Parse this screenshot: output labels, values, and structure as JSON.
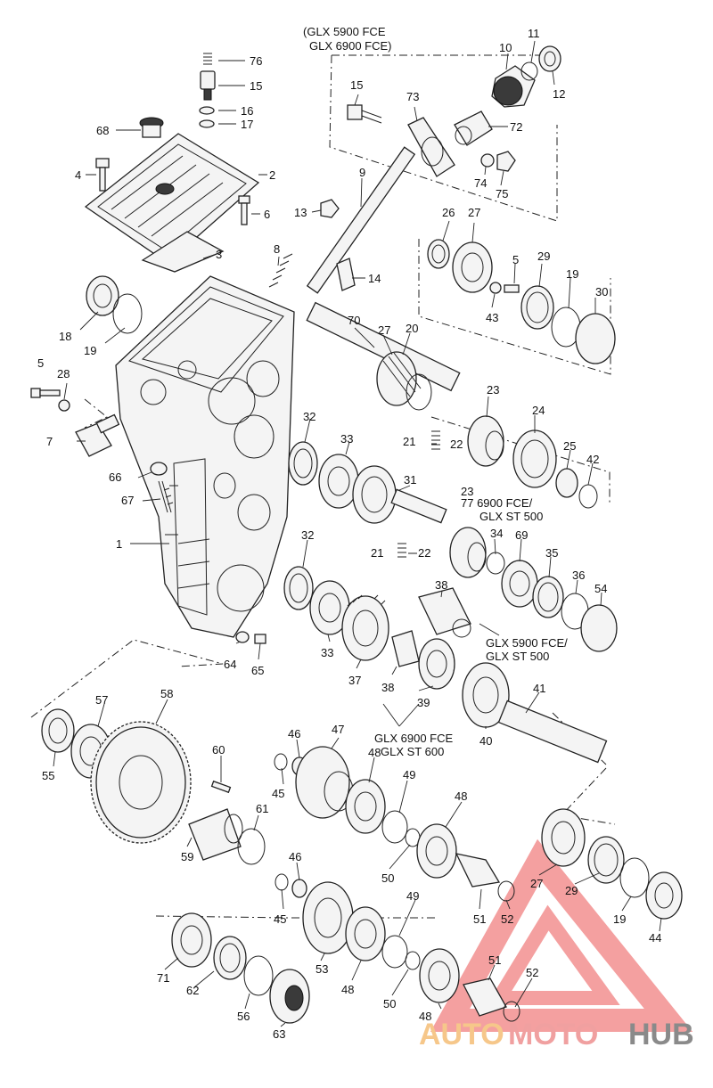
{
  "notes": {
    "top_variant_line1": "(GLX 5900 FCE",
    "top_variant_line2": "GLX 6900 FCE)",
    "variant_77_line1": "77 6900 FCE/",
    "variant_77_line2": "GLX ST 500",
    "variant_38_line1": "GLX 5900 FCE/",
    "variant_38_line2": "GLX ST 500",
    "variant_39_line1": "GLX 6900 FCE",
    "variant_39_line2": "GLX ST 600"
  },
  "watermark": {
    "auto": "AUTO",
    "moto": "MOTO",
    "hub": "HUB",
    "colors": {
      "triangle": "#f08080",
      "auto": "#f6c78a",
      "moto": "#f0a0a0",
      "hub": "#8a8a8a"
    }
  },
  "labels": [
    "76",
    "15",
    "16",
    "17",
    "68",
    "4",
    "2",
    "6",
    "3",
    "18",
    "19",
    "5",
    "28",
    "7",
    "66",
    "67",
    "1",
    "64",
    "65",
    "11",
    "10",
    "12",
    "15",
    "73",
    "72",
    "74",
    "75",
    "9",
    "13",
    "8",
    "14",
    "26",
    "27",
    "5",
    "29",
    "19",
    "30",
    "43",
    "70",
    "27",
    "20",
    "23",
    "24",
    "21",
    "22",
    "25",
    "42",
    "32",
    "33",
    "31",
    "23",
    "21",
    "22",
    "34",
    "69",
    "35",
    "36",
    "54",
    "32",
    "33",
    "37",
    "38",
    "38",
    "39",
    "41",
    "40",
    "55",
    "57",
    "58",
    "60",
    "59",
    "61",
    "46",
    "47",
    "45",
    "48",
    "49",
    "48",
    "50",
    "51",
    "52",
    "27",
    "29",
    "19",
    "44",
    "46",
    "45",
    "49",
    "71",
    "62",
    "56",
    "63",
    "53",
    "48",
    "50",
    "48",
    "51",
    "52"
  ]
}
